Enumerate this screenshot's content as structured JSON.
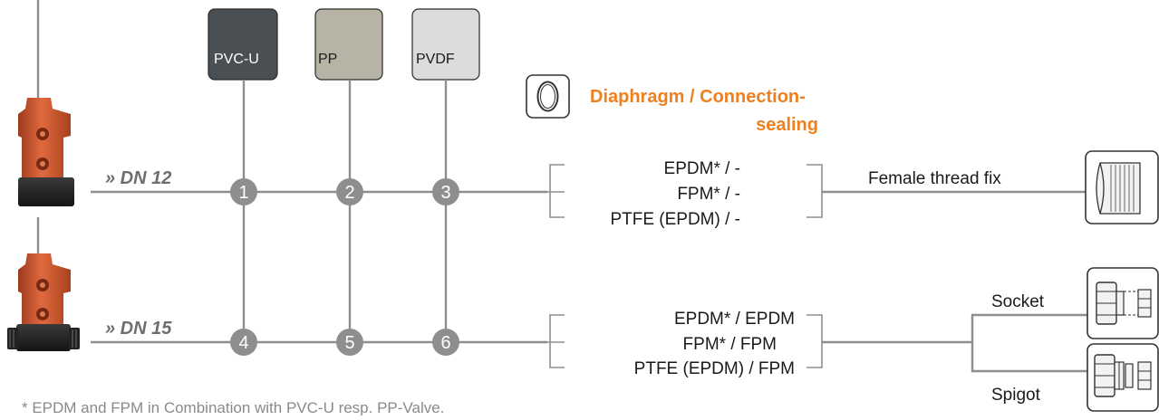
{
  "materials": [
    {
      "label": "PVC-U",
      "color": "#4a4f54",
      "text_color": "#ffffff"
    },
    {
      "label": "PP",
      "color": "#b7b4a6",
      "text_color": "#1a1a1a"
    },
    {
      "label": "PVDF",
      "color": "#dcdcde",
      "text_color": "#1a1a1a"
    }
  ],
  "sealing_heading": {
    "line1": "Diaphragm / Connection-",
    "line2": "sealing",
    "color": "#f07f1e"
  },
  "rows": [
    {
      "dn_label": "» DN 12",
      "nodes": [
        "1",
        "2",
        "3"
      ],
      "sealing_options": [
        "EPDM* / -",
        "FPM* / -",
        "PTFE (EPDM) / -"
      ],
      "connections": [
        "Female thread fix"
      ]
    },
    {
      "dn_label": "» DN 15",
      "nodes": [
        "4",
        "5",
        "6"
      ],
      "sealing_options": [
        "EPDM* / EPDM",
        "FPM* / FPM",
        "PTFE (EPDM) / FPM"
      ],
      "connections": [
        "Socket",
        "Spigot"
      ]
    }
  ],
  "footnote": "* EPDM and FPM in Combination with PVC-U resp. PP-Valve.",
  "colors": {
    "line": "#8e8e8e",
    "node": "#8e8e8e",
    "valve_body": "#c8532e",
    "accent": "#f07f1e"
  },
  "icons": [
    "valve-dn12-image",
    "valve-dn15-image",
    "o-ring-icon",
    "female-thread-icon",
    "socket-icon",
    "spigot-icon"
  ]
}
